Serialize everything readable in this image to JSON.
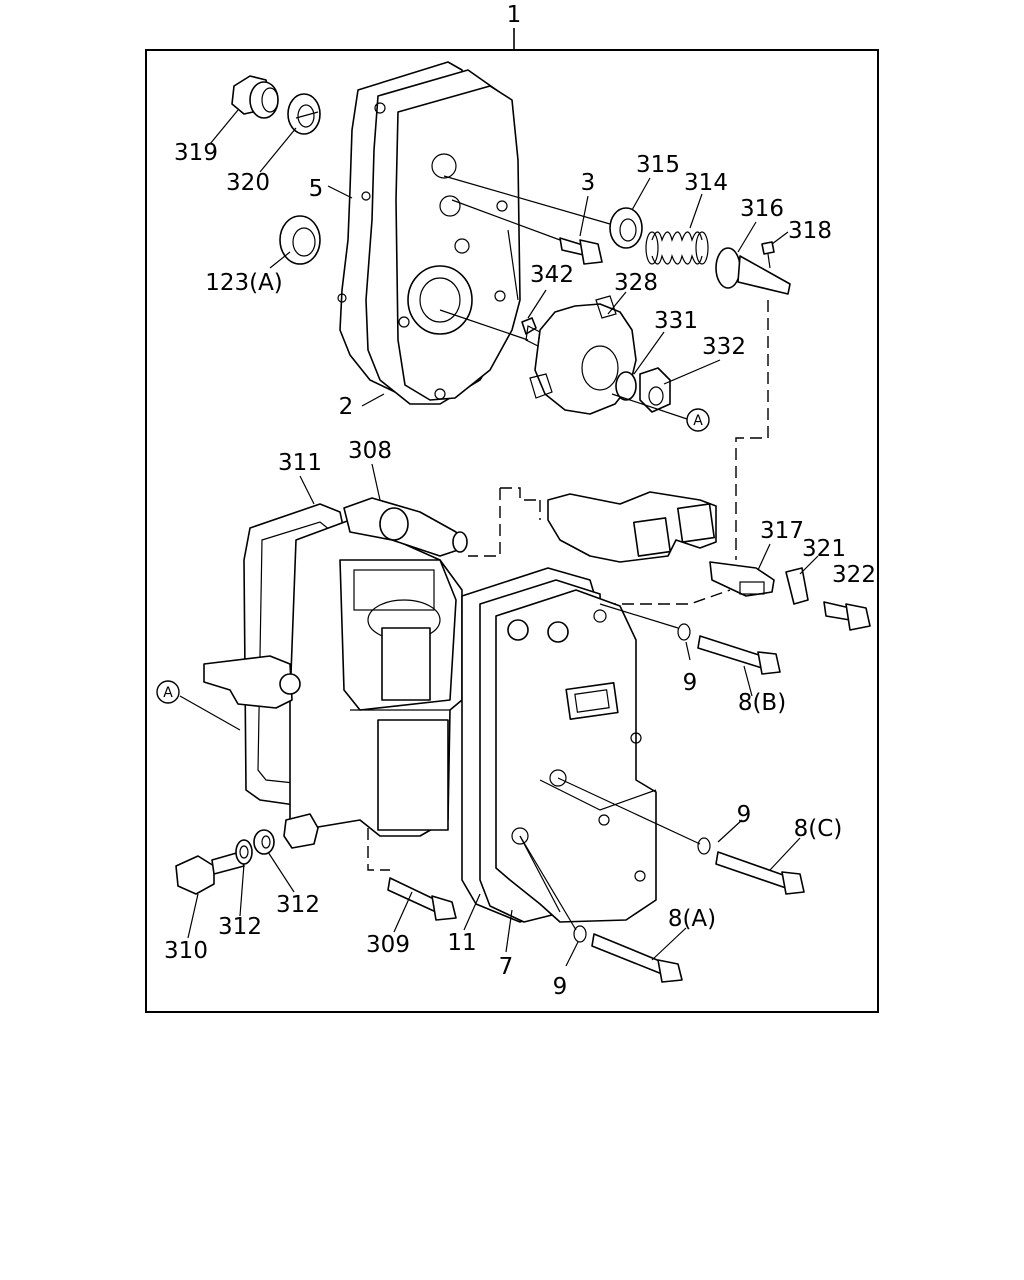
{
  "callouts": {
    "c1": "1",
    "c319": "319",
    "c320": "320",
    "c5": "5",
    "c123a": "123(A)",
    "c3": "3",
    "c315": "315",
    "c314": "314",
    "c316": "316",
    "c318": "318",
    "c342": "342",
    "c328": "328",
    "c331": "331",
    "c332": "332",
    "c2": "2",
    "c311": "311",
    "c308": "308",
    "c317": "317",
    "c321": "321",
    "c322": "322",
    "c9a": "9",
    "c8b": "8(B)",
    "c9b": "9",
    "c8c": "8(C)",
    "c8a": "8(A)",
    "c9c": "9",
    "c310": "310",
    "c312a": "312",
    "c312b": "312",
    "c309": "309",
    "c11": "11",
    "c7": "7"
  },
  "refs": {
    "a_top": "A",
    "a_left": "A"
  }
}
